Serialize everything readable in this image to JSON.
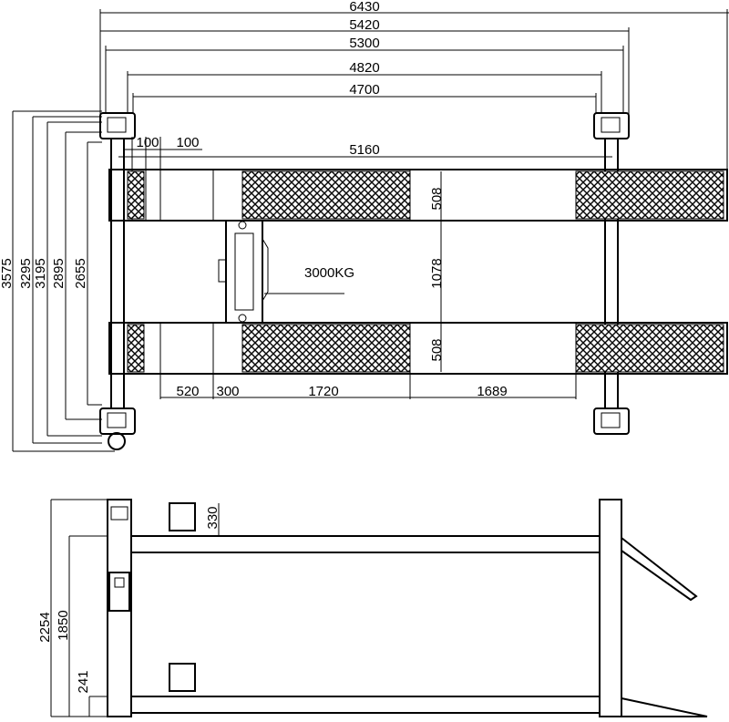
{
  "drawing": {
    "top_view": {
      "overall_dimensions": {
        "d6430": "6430",
        "d5420": "5420",
        "d5300": "5300",
        "d4820": "4820",
        "d4700": "4700",
        "d5160": "5160"
      },
      "small_dimensions": {
        "d100a": "100",
        "d100b": "100"
      },
      "vertical_dimensions": {
        "d3575": "3575",
        "d3295": "3295",
        "d3195": "3195",
        "d2895": "2895",
        "d2655": "2655"
      },
      "runway_dimensions": {
        "width_top": "508",
        "width_bottom": "508",
        "gap": "1078"
      },
      "segment_dimensions": {
        "s520": "520",
        "s300": "300",
        "s1720": "1720",
        "s1689": "1689"
      },
      "load_label": "3000KG"
    },
    "side_view": {
      "d330": "330",
      "d2254": "2254",
      "d1850": "1850",
      "d241": "241"
    }
  }
}
